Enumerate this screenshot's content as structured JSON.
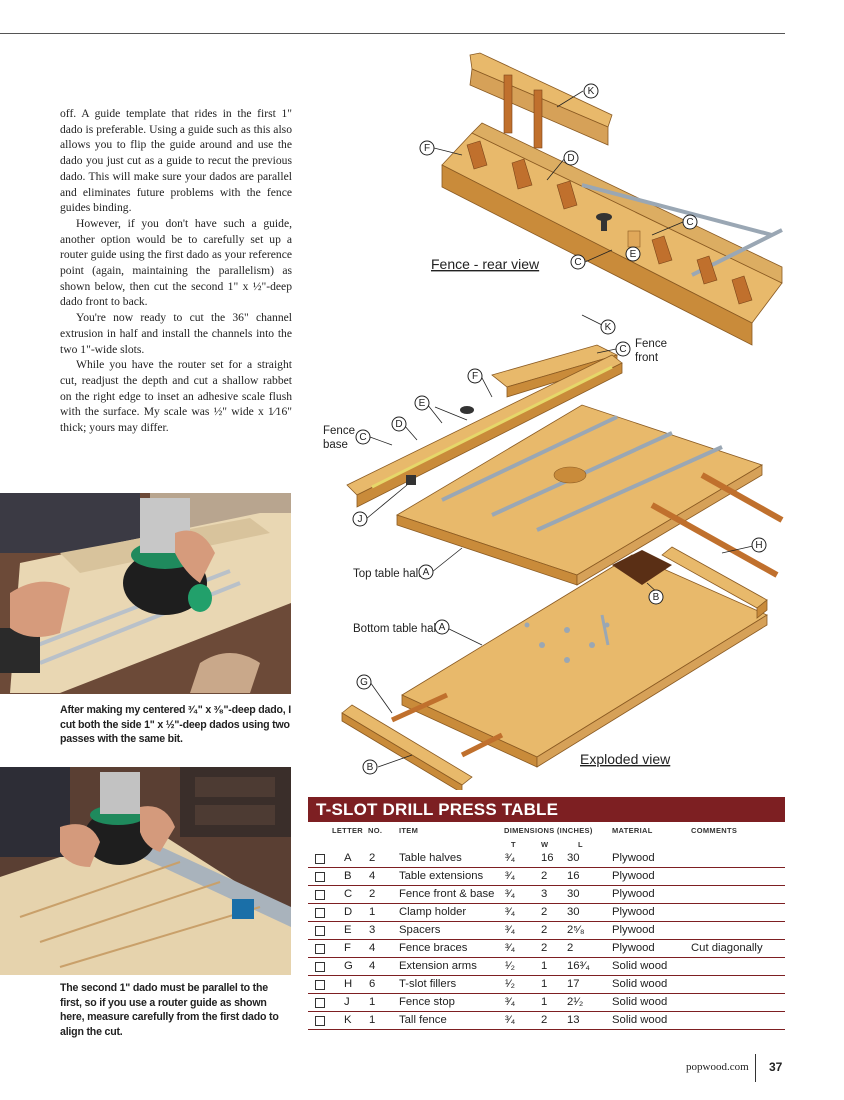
{
  "article": {
    "paragraphs": [
      "off. A guide template that rides in the first 1\" dado is preferable. Using a guide such as this also allows you to flip the guide around and use the dado you just cut as a guide to recut the previous dado. This will make sure your dados are parallel and eliminates future problems with the fence guides binding.",
      "However, if you don't have such a guide, another option would be to carefully set up a router guide using the first dado as your reference point (again, maintaining the parallelism) as shown below, then cut the second 1\" x ½\"-deep dado front to back.",
      "You're now ready to cut the 36\" channel extrusion in half and install the channels into the two 1\"-wide slots.",
      "While you have the router set for a straight cut, readjust the depth and cut a shallow rabbet on the right edge to inset an adhesive scale flush with the surface. My scale was ½\" wide x 1⁄16\" thick; yours may differ."
    ]
  },
  "photos": {
    "caption_1": "After making my centered ³⁄₄\" x ³⁄₈\"-deep dado, I cut both the side 1\" x ½\"-deep dados using two passes with the same bit.",
    "caption_2": "The second 1\" dado must be parallel to the first, so if you use a router guide as shown here, measure carefully from the first dado to align the cut."
  },
  "illustration": {
    "fence_rear_view": "Fence - rear view",
    "fence_front": [
      "Fence",
      "front"
    ],
    "fence_base": [
      "Fence",
      "base"
    ],
    "top_table_half": "Top table half",
    "bottom_table_half": "Bottom table half",
    "exploded_view": "Exploded view",
    "callouts": {
      "a": "A",
      "b": "B",
      "c": "C",
      "d": "D",
      "e": "E",
      "f": "F",
      "g": "G",
      "h": "H",
      "j": "J",
      "k": "K"
    }
  },
  "cut_list": {
    "title": "T-SLOT DRILL PRESS TABLE",
    "headers": {
      "letter": "LETTER",
      "no": "NO.",
      "item": "ITEM",
      "dimensions": "DIMENSIONS (INCHES)",
      "t": "T",
      "w": "W",
      "l": "L",
      "material": "MATERIAL",
      "comments": "COMMENTS"
    },
    "rows": [
      {
        "letter": "A",
        "no": "2",
        "item": "Table halves",
        "t": "³⁄₄",
        "w": "16",
        "l": "30",
        "material": "Plywood",
        "comments": ""
      },
      {
        "letter": "B",
        "no": "4",
        "item": "Table extensions",
        "t": "³⁄₄",
        "w": "2",
        "l": "16",
        "material": "Plywood",
        "comments": ""
      },
      {
        "letter": "C",
        "no": "2",
        "item": "Fence front & base",
        "t": "³⁄₄",
        "w": "3",
        "l": "30",
        "material": "Plywood",
        "comments": ""
      },
      {
        "letter": "D",
        "no": "1",
        "item": "Clamp holder",
        "t": "³⁄₄",
        "w": "2",
        "l": "30",
        "material": "Plywood",
        "comments": ""
      },
      {
        "letter": "E",
        "no": "3",
        "item": "Spacers",
        "t": "³⁄₄",
        "w": "2",
        "l": "2⁵⁄₈",
        "material": "Plywood",
        "comments": ""
      },
      {
        "letter": "F",
        "no": "4",
        "item": "Fence braces",
        "t": "³⁄₄",
        "w": "2",
        "l": "2",
        "material": "Plywood",
        "comments": "Cut diagonally"
      },
      {
        "letter": "G",
        "no": "4",
        "item": "Extension arms",
        "t": "¹⁄₂",
        "w": "1",
        "l": "16³⁄₄",
        "material": "Solid wood",
        "comments": ""
      },
      {
        "letter": "H",
        "no": "6",
        "item": "T-slot fillers",
        "t": "¹⁄₂",
        "w": "1",
        "l": "17",
        "material": "Solid wood",
        "comments": ""
      },
      {
        "letter": "J",
        "no": "1",
        "item": "Fence stop",
        "t": "³⁄₄",
        "w": "1",
        "l": "2¹⁄₂",
        "material": "Solid wood",
        "comments": ""
      },
      {
        "letter": "K",
        "no": "1",
        "item": "Tall fence",
        "t": "³⁄₄",
        "w": "2",
        "l": "13",
        "material": "Solid wood",
        "comments": ""
      }
    ]
  },
  "footer": {
    "site": "popwood.com",
    "page": "37"
  },
  "colors": {
    "accent": "#7d1f22",
    "wood": "#e8b96b",
    "wood_dark": "#c98b3a",
    "rail": "#9aa7b4"
  }
}
